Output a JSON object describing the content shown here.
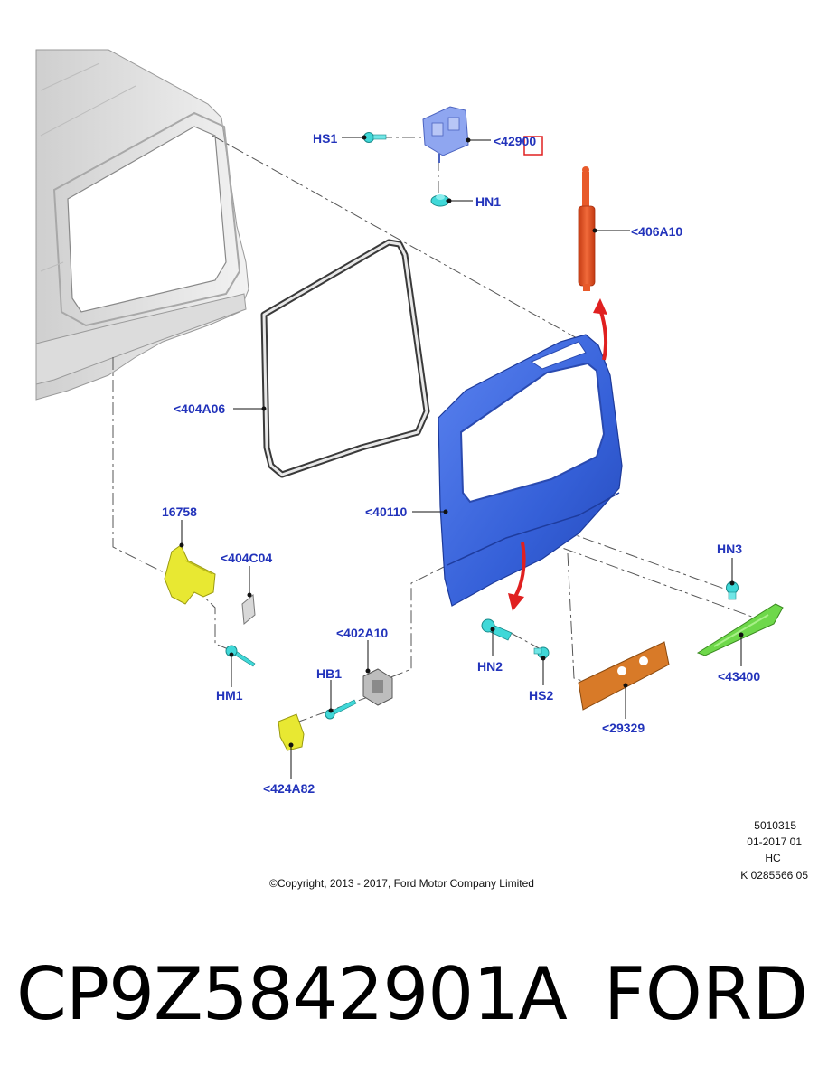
{
  "callouts": {
    "hs1": "HS1",
    "p42900": "<42900",
    "hn1": "HN1",
    "p406a10": "<406A10",
    "p404a06": "<404A06",
    "p40110": "<40110",
    "p16758": "16758",
    "p404c04": "<404C04",
    "hm1": "HM1",
    "p402a10": "<402A10",
    "hb1": "HB1",
    "p424a82": "<424A82",
    "hn2": "HN2",
    "hs2": "HS2",
    "hn3": "HN3",
    "p43400": "<43400",
    "p29329": "<29329"
  },
  "info": {
    "line1": "5010315",
    "line2": "01-2017 01",
    "line3": "HC",
    "line4": "K 0285566 05"
  },
  "copyright": "©Copyright, 2013 - 2017, Ford Motor Company Limited",
  "caption": {
    "part_number": "CP9Z5842901A",
    "brand": "FORD"
  },
  "colors": {
    "label": "#2233bb",
    "liftgate": "#3a62d8",
    "strut": "#e85a2a",
    "cyan_fastener": "#40d8d8",
    "yellow_part": "#e8e832",
    "orange_panel": "#d87a28",
    "green_strip": "#6ed84a",
    "highlight_box": "#e02020"
  }
}
